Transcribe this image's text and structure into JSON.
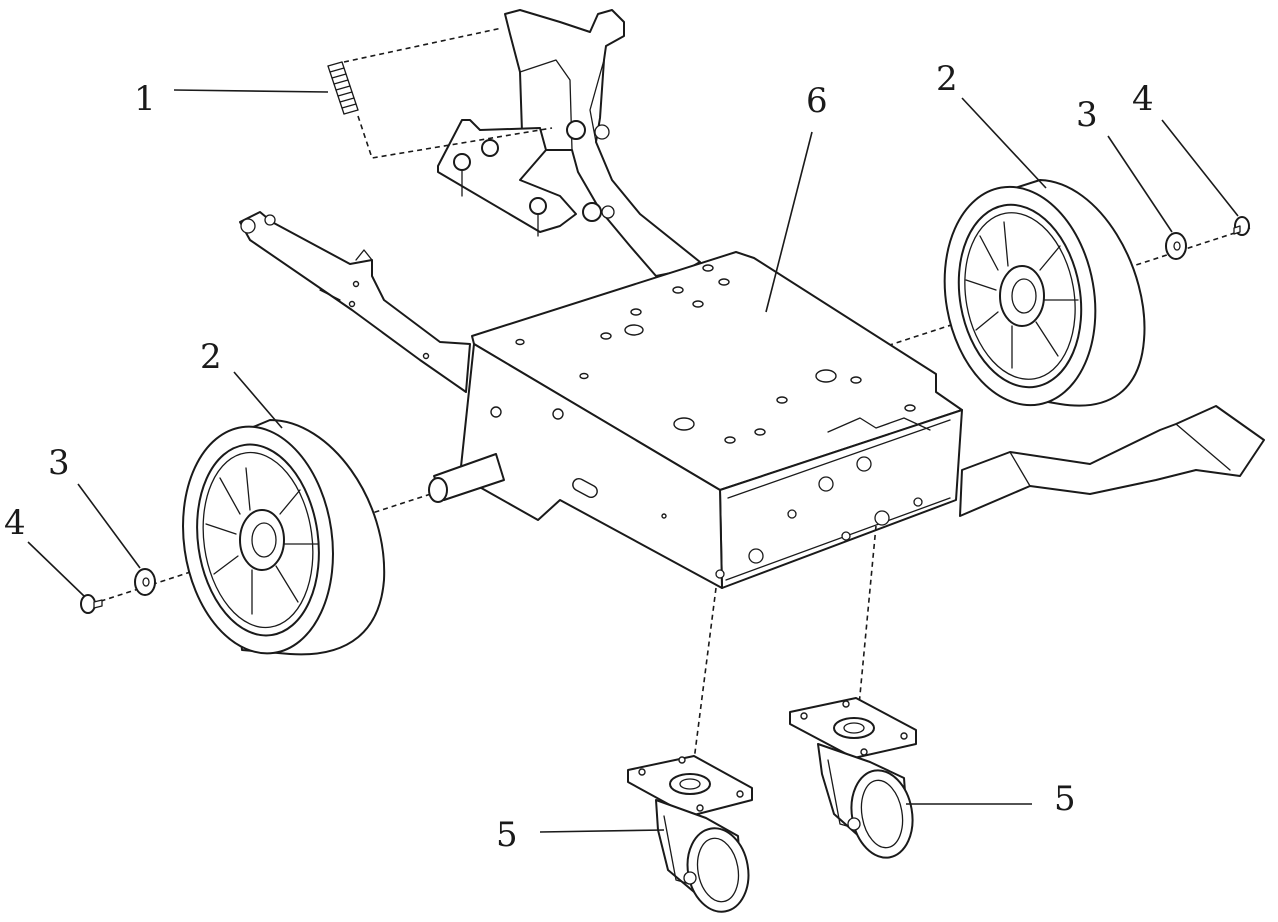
{
  "callouts": {
    "spring": "1",
    "wheel_right": "2",
    "washer_right": "3",
    "bolt_right": "4",
    "frame": "6",
    "wheel_left": "2",
    "washer_left": "3",
    "bolt_left": "4",
    "caster_left": "5",
    "caster_right": "5"
  }
}
